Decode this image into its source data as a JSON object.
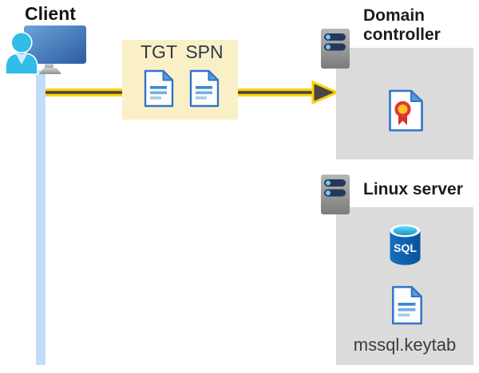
{
  "client": {
    "label": "Client"
  },
  "ticket_box": {
    "tgt_label": "TGT",
    "spn_label": "SPN"
  },
  "domain_controller": {
    "label": "Domain controller"
  },
  "linux_server": {
    "label": "Linux server",
    "sql_label": "SQL",
    "keytab_label": "mssql.keytab"
  },
  "icons": {
    "client": "client-computer-icon",
    "lifeline": "client-lifeline",
    "arrow": "request-arrow-icon",
    "tgt_document": "tgt-document-icon",
    "spn_document": "spn-document-icon",
    "dc_server": "domain-controller-server-icon",
    "certificate": "certificate-icon",
    "linux_server": "linux-server-icon",
    "sql_database": "sql-database-icon",
    "keytab_document": "keytab-document-icon"
  },
  "colors": {
    "highlight_box": "#FAF0C8",
    "arrow_yellow": "#FFD10A",
    "arrow_core": "#474747",
    "server_panel": "#DBDBDB",
    "lifeline": "#C3DDF8",
    "doc_blue": "#2E75C9"
  }
}
